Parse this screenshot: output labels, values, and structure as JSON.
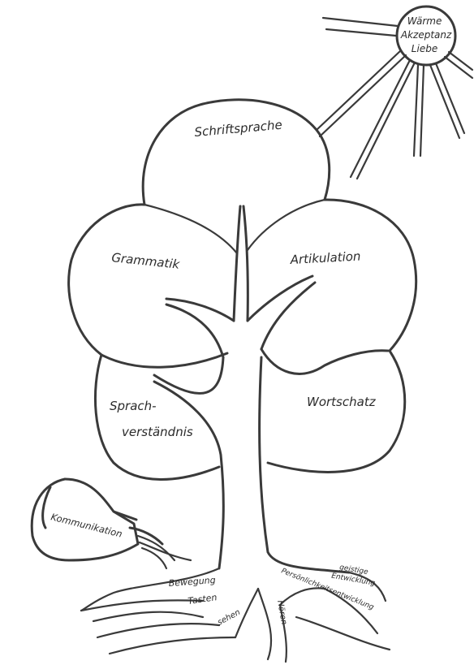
{
  "sun": {
    "lines": [
      "Wärme",
      "Akzeptanz",
      "Liebe"
    ]
  },
  "crown": {
    "schriftsprache": "Schriftsprache",
    "grammatik": "Grammatik",
    "artikulation": "Artikulation",
    "sprachverstaendnis": [
      "Sprach-",
      "verständnis"
    ],
    "wortschatz": "Wortschatz"
  },
  "watering_can": {
    "label": "Kommunikation"
  },
  "roots": {
    "bewegung": "Bewegung",
    "tasten": "Tasten",
    "sehen": "sehen",
    "hoeren": "Hören",
    "persoenlichkeit": "Persönlichkeitsentwicklung",
    "geistige": [
      "geistige",
      "Entwicklung"
    ]
  }
}
